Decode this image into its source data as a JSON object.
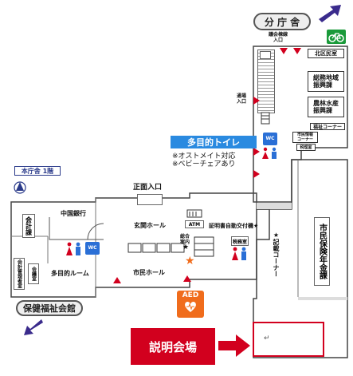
{
  "colors": {
    "accent_red": "#d2001e",
    "toilet_blue": "#2a6fd6",
    "bike_green": "#1a9a3a",
    "aed_orange": "#f06c1c",
    "arrow_navy": "#3a2b8c"
  },
  "buildings": {
    "annex": "分 庁 舎",
    "welfare": "保健福祉会館",
    "main_floor": "本庁舎 1階"
  },
  "entrances": {
    "annex_staff": "議会棟線\n入口",
    "annex_side": "通場\n入口",
    "main": "正面入口"
  },
  "rooms": {
    "kita_chiku": "北区民室",
    "sogo_chiiki": "総務地域\n振興課",
    "norin": "農林水産\n振興課",
    "info_corner_1": "福祉コーナー",
    "info_corner_2": "市民情報\nコーナー",
    "reception": "税理室",
    "bank": "中国銀行",
    "accounting": "会計課",
    "accounting_mgr": "会計管理者室",
    "meeting": "会議室",
    "multi_room": "多目的ルーム",
    "hall_entrance": "玄関ホール",
    "hall_citizen": "市民ホール",
    "certificate": "証明書自動交付機★",
    "general_info": "総合\n案内",
    "small_room": "税務室",
    "atm": "ATM",
    "record_corner": "★記載コーナー",
    "pension": "市民保険年金課"
  },
  "toilet": {
    "title": "多目的トイレ",
    "note_1": "※オストメイト対応",
    "note_2": "※ベビーチェアあり",
    "wc": "WC"
  },
  "aed": "AED",
  "venue_label": "説明会場",
  "venue_mark": "↵",
  "icons": [
    "arrow-up-right-icon",
    "bicycle-icon",
    "wheelchair-icon",
    "toilet-person-icon",
    "elevator-icon",
    "aed-heart-icon",
    "star-icon",
    "arrow-down-left-icon",
    "compass-icon"
  ]
}
